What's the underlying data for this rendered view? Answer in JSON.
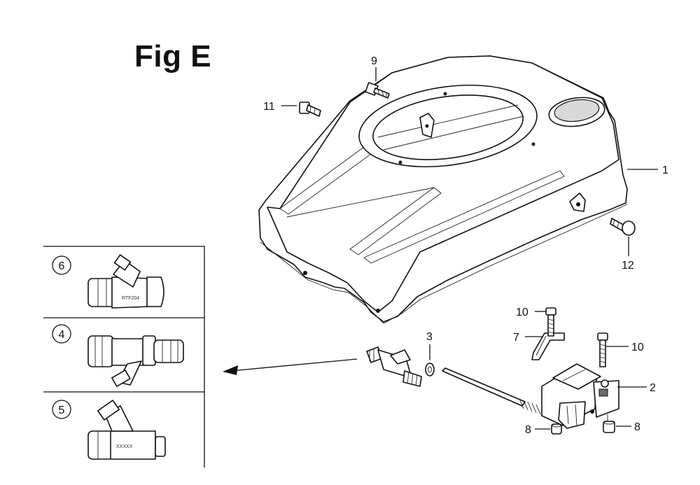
{
  "figure": {
    "title": "Fig E"
  },
  "callouts": {
    "c1": "1",
    "c2": "2",
    "c3": "3",
    "c7": "7",
    "c8a": "8",
    "c8b": "8",
    "c9": "9",
    "c10a": "10",
    "c10b": "10",
    "c11": "11",
    "c12": "12"
  },
  "inset": {
    "panel_top": "6",
    "panel_middle": "4",
    "panel_bottom": "5"
  }
}
